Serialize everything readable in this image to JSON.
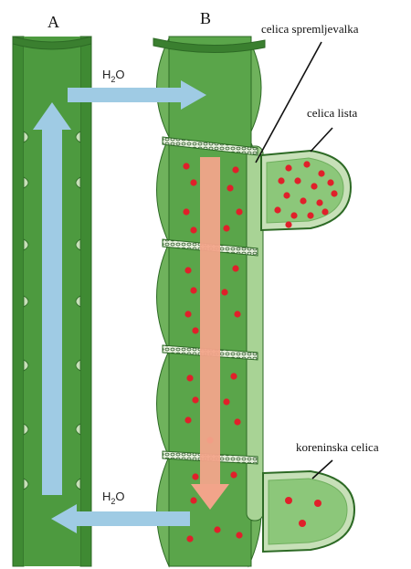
{
  "labels": {
    "panel_a": "A",
    "panel_b": "B",
    "companion_cell": "celica spremljevalka",
    "leaf_cell": "celica lista",
    "root_cell": "koreninska celica",
    "water_top": "H",
    "water_top_sub": "2",
    "water_top_tail": "O",
    "water_bottom": "H",
    "water_bottom_sub": "2",
    "water_bottom_tail": "O"
  },
  "colors": {
    "tissue_dark": "#3f8a33",
    "tissue_mid": "#5aa54a",
    "tissue_light": "#8cc77a",
    "pale_cell": "#c7e0b8",
    "water_arrow": "#9fcbe4",
    "sugar_arrow": "#f2a48a",
    "sugar_dot": "#e0202a",
    "outline": "#2d6a25"
  },
  "icons": {
    "water_flow": "arrow-up-icon",
    "sugar_flow": "arrow-down-icon"
  }
}
